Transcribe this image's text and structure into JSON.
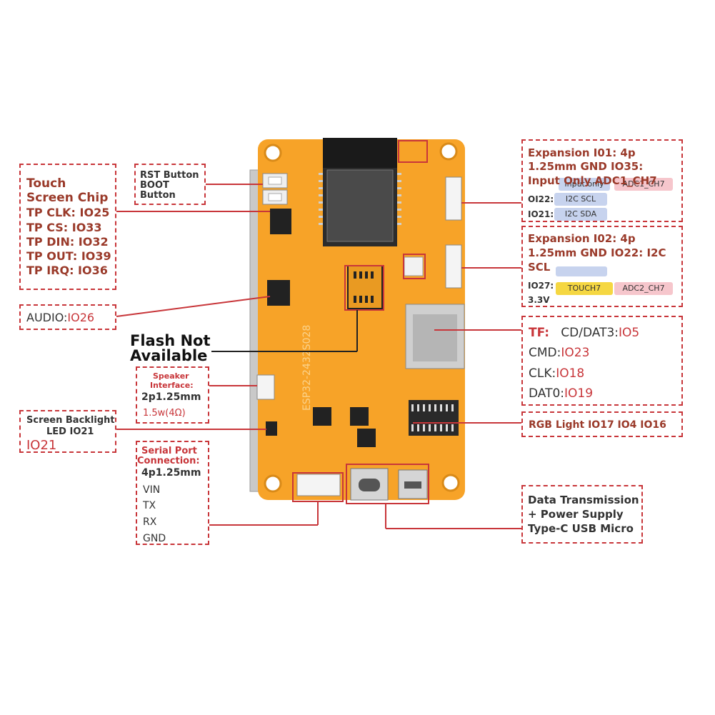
{
  "touch": {
    "line1": "Touch",
    "line2": "Screen Chip",
    "clk": "TP CLK: IO25",
    "cs": "TP CS: IO33",
    "din": "TP DIN: IO32",
    "out": "TP OUT: IO39",
    "irq": "TP IRQ: IO36"
  },
  "buttons": {
    "rst": "RST Button",
    "boot": "BOOT",
    "boot2": "Button"
  },
  "audio": {
    "label": "AUDIO:",
    "pin": "IO26"
  },
  "flash": {
    "line1": "Flash Not",
    "line2": "Available"
  },
  "speaker": {
    "title1": "Speaker",
    "title2": "Interface:",
    "spec": "2p1.25mm",
    "power": "1.5w(4Ω)"
  },
  "backlight": {
    "line1": "Screen Backlight",
    "line2": "LED IO21",
    "pin": "IO21"
  },
  "serial": {
    "title1": "Serial Port",
    "title2": "Connection:",
    "spec": "4p1.25mm",
    "pins": [
      "VIN",
      "TX",
      "RX",
      "GND"
    ]
  },
  "exp1": {
    "line1": "Expansion I01: 4p",
    "line2": "1.25mm GND IO35:",
    "line3": "Input Only ADC1_CH7",
    "pill_input": "Input only",
    "pill_adc": "ADC1_CH7",
    "row2_pin": "OI22:",
    "row2_func": "I2C SCL",
    "row3_pin": "IO21:",
    "row3_func": "I2C SDA"
  },
  "exp2": {
    "line1": "Expansion I02: 4p",
    "line2": "1.25mm GND IO22: I2C",
    "line3": "SCL",
    "row_pin": "IO27:",
    "touch": "TOUCH7",
    "adc": "ADC2_CH7",
    "power": "3.3V"
  },
  "tf": {
    "label": "TF:",
    "r1a": "CD/DAT3:",
    "r1b": "IO5",
    "r2a": "CMD:",
    "r2b": "IO23",
    "r3a": "CLK:",
    "r3b": "IO18",
    "r4a": "DAT0:",
    "r4b": "IO19"
  },
  "rgb": {
    "label": "RGB Light IO17 IO4 IO16"
  },
  "usb": {
    "line1": "Data Transmission",
    "line2": "+ Power Supply",
    "line3": "Type-C USB Micro"
  },
  "board": {
    "silk": "ESP32-2432S028"
  },
  "colors": {
    "accent": "#c8363a",
    "pcb": "#f7a328",
    "blue_pill": "#c7d3ee",
    "yellow_pill": "#f5d742",
    "pink_pill": "#f6c6cc"
  }
}
